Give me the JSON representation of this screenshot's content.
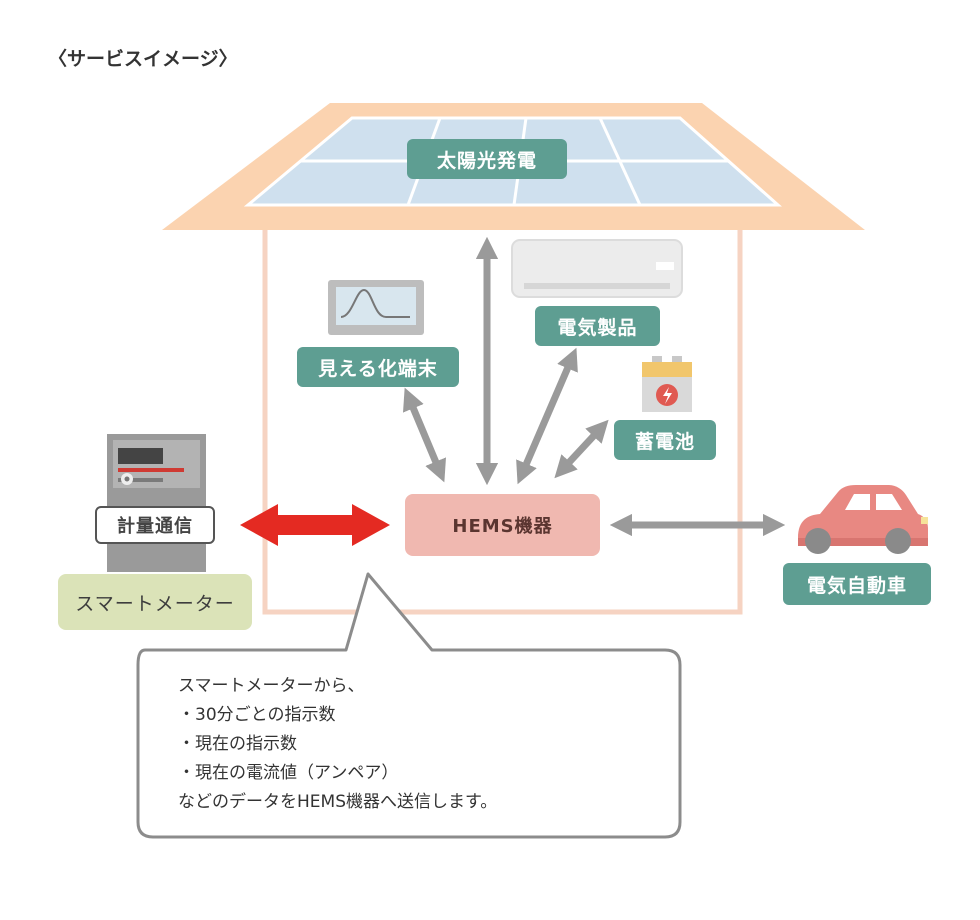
{
  "title": "〈サービスイメージ〉",
  "labels": {
    "solar": "太陽光発電",
    "appliances": "電気製品",
    "display": "見える化端末",
    "battery": "蓄電池",
    "hems": "HEMS機器",
    "ev": "電気自動車",
    "meter_tag": "計量通信",
    "smart_meter": "スマートメーター"
  },
  "bubble": {
    "lines": [
      "スマートメーターから、",
      "・30分ごとの指示数",
      "・現在の指示数",
      "・現在の電流値（アンペア）",
      "などのデータをHEMS機器へ送信します。"
    ]
  },
  "colors": {
    "teal": "#5e9e92",
    "hems": "#f0b8b0",
    "roof": "#fbd3b0",
    "panel": "#cfe0ee",
    "arrow_gray": "#9a9a9a",
    "arrow_red": "#e42a22",
    "smart_meter_label": "#dbe3b8",
    "car": "#e88882"
  },
  "icons": [
    "solar-panel-icon",
    "air-conditioner-icon",
    "monitor-icon",
    "battery-icon",
    "smart-meter-icon",
    "car-icon"
  ]
}
